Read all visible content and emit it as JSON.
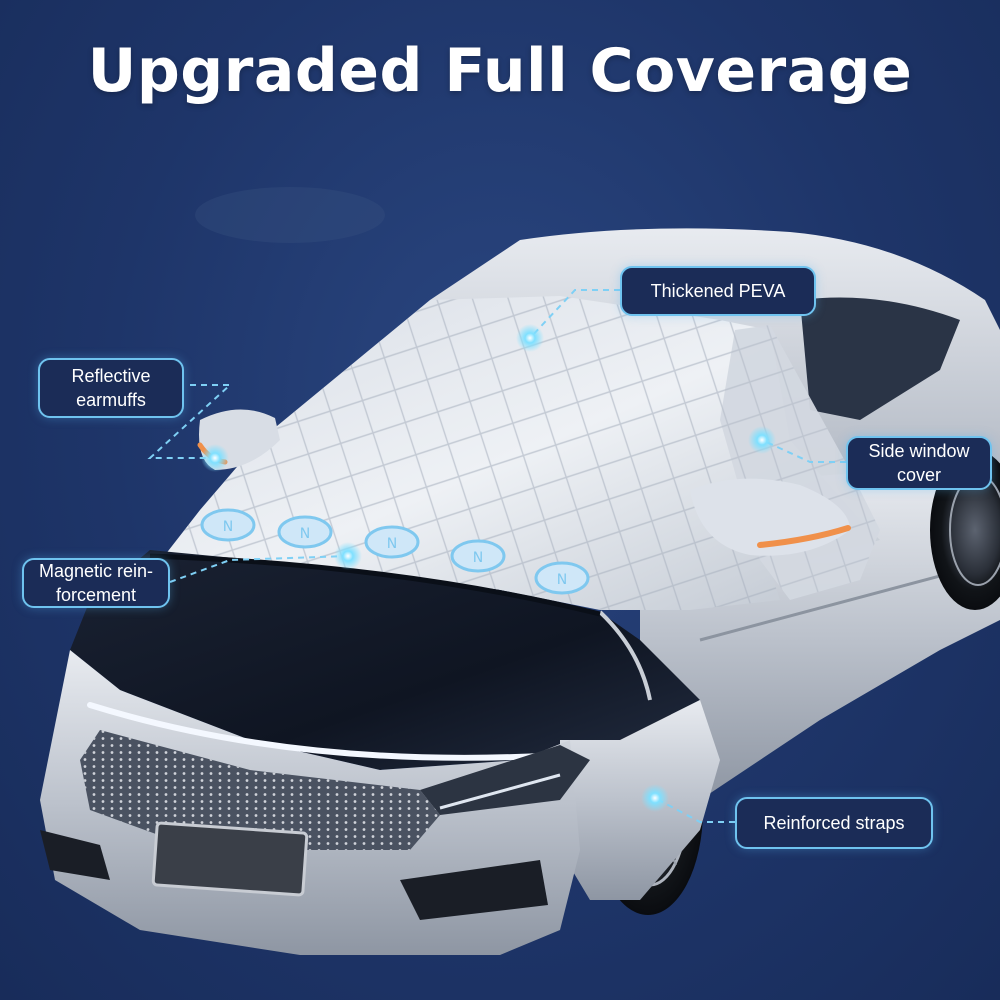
{
  "headline": "Upgraded Full Coverage",
  "callouts": {
    "thickened_peva": "Thickened PEVA",
    "reflective_earmuffs_line1": "Reflective",
    "reflective_earmuffs_line2": "earmuffs",
    "side_window_cover_line1": "Side window",
    "side_window_cover_line2": "cover",
    "magnetic_line1": "Magnetic rein-",
    "magnetic_line2": "forcement",
    "reinforced_straps": "Reinforced straps"
  },
  "colors": {
    "background": "#1e3569",
    "callout_border": "#6fc3ef",
    "callout_fill": "#1b2c57",
    "hotspot": "#7fe0ff",
    "mirror_accent": "#f0904a"
  }
}
